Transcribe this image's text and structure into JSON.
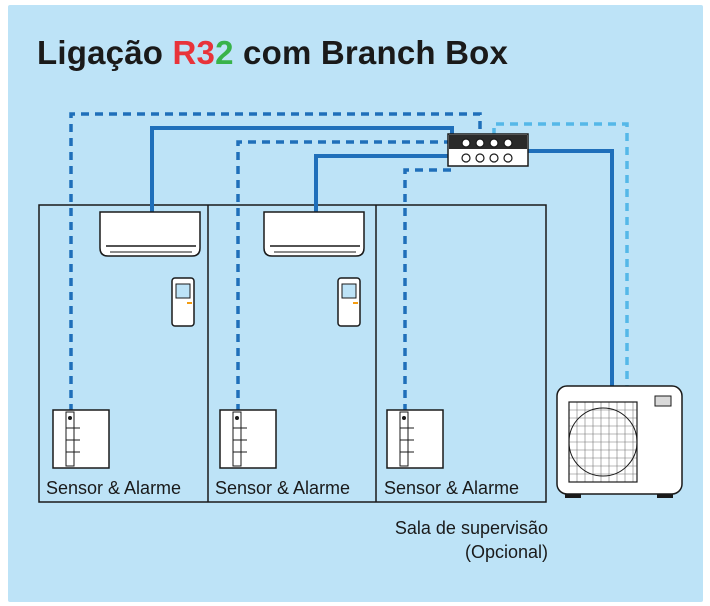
{
  "title": {
    "prefix": "Ligação",
    "r32_r": "R",
    "r32_3": "3",
    "r32_2": "2",
    "suffix": "com Branch Box"
  },
  "rooms": [
    {
      "label": "Sensor & Alarme"
    },
    {
      "label": "Sensor & Alarme"
    },
    {
      "label": "Sensor & Alarme"
    }
  ],
  "supervision_note": {
    "line1": "Sala de supervisão",
    "line2": "(Opcional)"
  },
  "colors": {
    "background": "#bde3f7",
    "refrigerant_pipe": "#1f6fba",
    "signal_dashed": "#1f6fba",
    "optional_dashed": "#55b8e8",
    "r32_red": "#e8333a",
    "r32_green": "#38b34a"
  },
  "icons": [
    "indoor-unit-icon",
    "remote-control-icon",
    "sensor-alarm-icon",
    "branch-box-icon",
    "outdoor-unit-icon"
  ]
}
